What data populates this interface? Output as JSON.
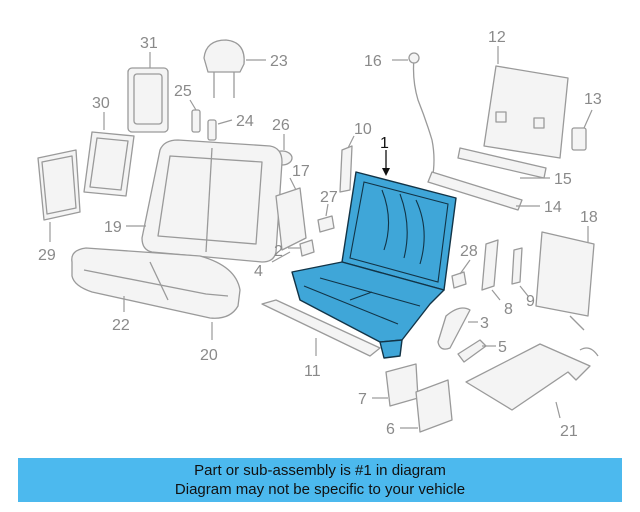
{
  "callouts": {
    "main": "1",
    "c2": "2",
    "c3": "3",
    "c4": "4",
    "c5": "5",
    "c6": "6",
    "c7": "7",
    "c8": "8",
    "c9": "9",
    "c10": "10",
    "c11": "11",
    "c12": "12",
    "c13": "13",
    "c14": "14",
    "c15": "15",
    "c16": "16",
    "c17": "17",
    "c18": "18",
    "c19": "19",
    "c20": "20",
    "c21": "21",
    "c22": "22",
    "c23": "23",
    "c24": "24",
    "c25": "25",
    "c26": "26",
    "c27": "27",
    "c28": "28",
    "c29": "29",
    "c30": "30",
    "c31": "31"
  },
  "footer": {
    "line1": "Part or sub-assembly is #1 in diagram",
    "line2": "Diagram may not be specific to your vehicle"
  },
  "colors": {
    "highlight": "#3fa6d8",
    "footer_bg": "#4cb9ee",
    "part_stroke": "#9a9a9a"
  }
}
